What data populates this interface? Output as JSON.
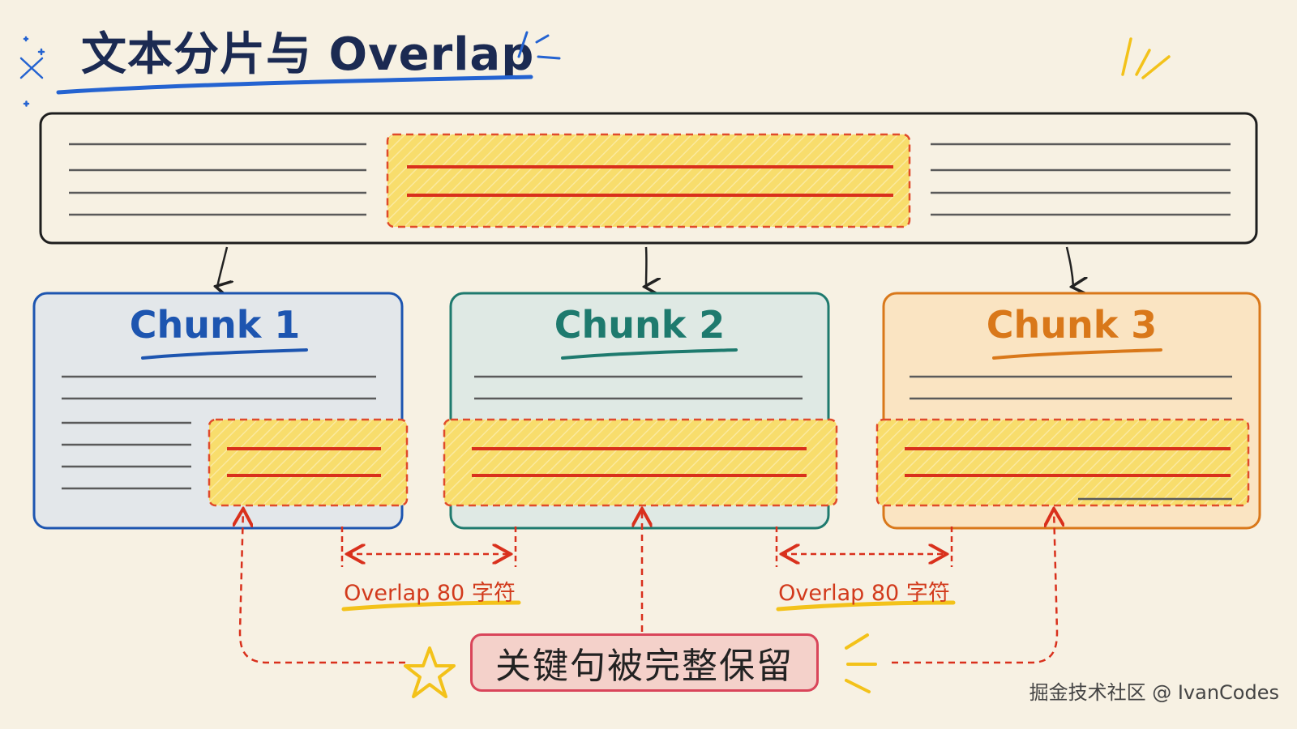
{
  "title": "文本分片与 Overlap",
  "chunks": [
    {
      "label": "Chunk 1",
      "color": "#1d55b0",
      "fill": "#e3e7ea"
    },
    {
      "label": "Chunk 2",
      "color": "#1e7a6e",
      "fill": "#dfe9e4"
    },
    {
      "label": "Chunk 3",
      "color": "#d9781a",
      "fill": "#fae4c2"
    }
  ],
  "overlaps": [
    {
      "label": "Overlap 80 字符"
    },
    {
      "label": "Overlap 80 字符"
    }
  ],
  "key_sentence": "关键句被完整保留",
  "watermark": "掘金技术社区 @ IvanCodes",
  "colors": {
    "overlap_fill": "#f8dd6c",
    "overlap_border": "#e04a2a",
    "text_line": "#555555",
    "key_line": "#d9301c",
    "title_underline": "#2463d1",
    "star": "#f3c21a"
  },
  "icons": [
    "sparkle-icon",
    "star-icon",
    "down-arrow-icon",
    "up-arrow-icon",
    "double-arrow-icon"
  ]
}
